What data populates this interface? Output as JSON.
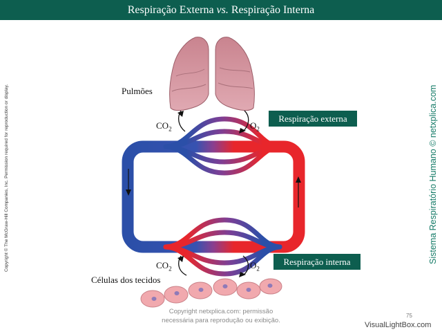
{
  "title": {
    "part1": "Respiração Externa",
    "vs": "vs.",
    "part2": "Respiração Interna"
  },
  "labels": {
    "lungs": "Pulmões",
    "tissues": "Células dos tecidos",
    "external": "Respiração externa",
    "internal": "Respiração interna",
    "co2": "CO",
    "o2": "O",
    "sub2": "2"
  },
  "copyright_left": "Copyright © The McGraw-Hill Companies, Inc. Permission required for reproduction or display.",
  "side_credit": "Sistema Respiratório Humano © netxplica.com",
  "watermark": {
    "line1": "Copyright netxplica.com: permissão",
    "line2": "necessária para reprodução ou exibição."
  },
  "page_number": "75",
  "visuallightbox": "VisualLightBox.com",
  "colors": {
    "title_bg": "#0d5e4f",
    "venous_blue": "#2b4fa8",
    "arterial_red": "#e8262b",
    "lung_pink": "#d99aa5",
    "cell_pink": "#f1a9ae",
    "nucleus": "#8f7ab8",
    "credit_green": "#137a66"
  }
}
